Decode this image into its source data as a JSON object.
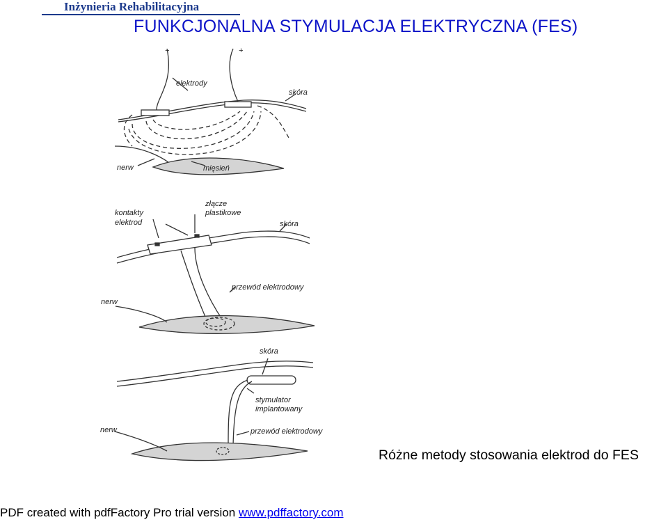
{
  "header": {
    "journal": "Inżynieria Rehabilitacyjna"
  },
  "title": "FUNKCJONALNA STYMULACJA ELEKTRYCZNA (FES)",
  "figure": {
    "panel1": {
      "minus": "−",
      "plus": "+",
      "electrodes": "elektrody",
      "skin": "skóra",
      "nerve": "nerw",
      "muscle": "mięsień"
    },
    "panel2": {
      "contacts_line1": "kontakty",
      "contacts_line2": "elektrod",
      "joint_line1": "złącze",
      "joint_line2": "plastikowe",
      "skin": "skóra",
      "lead": "przewód elektrodowy",
      "nerve": "nerw"
    },
    "panel3": {
      "skin": "skóra",
      "stim_line1": "stymulator",
      "stim_line2": "implantowany",
      "lead": "przewód elektrodowy",
      "nerve": "nerw"
    }
  },
  "caption": "Różne metody stosowania elektrod do FES",
  "footer": {
    "text": "PDF created with pdfFactory Pro trial version ",
    "link": "www.pdffactory.com"
  }
}
